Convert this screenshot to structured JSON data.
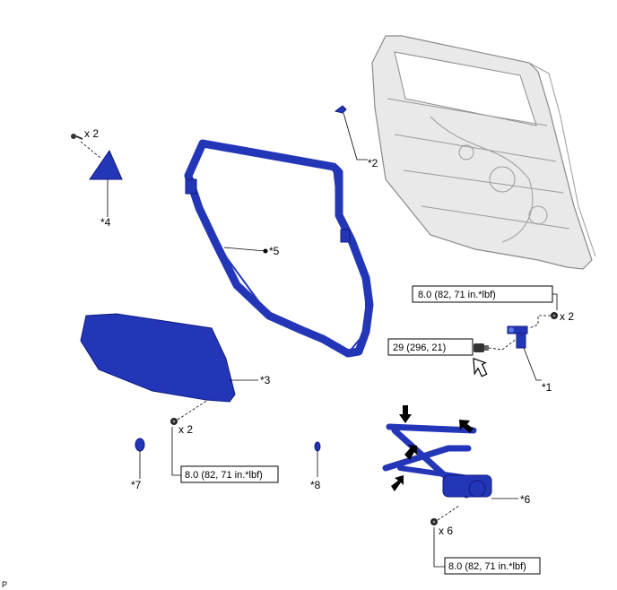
{
  "parts": {
    "p1": "*1",
    "p2": "*2",
    "p3": "*3",
    "p4": "*4",
    "p5": "*5",
    "p6": "*6",
    "p7": "*7",
    "p8": "*8"
  },
  "quantities": {
    "q_screw_top": "x 2",
    "q_bolt_hinge": "x 2",
    "q_bolt_glass": "x 2",
    "q_bolt_regulator": "x 6"
  },
  "torque_specs": {
    "hinge_top": "8.0 (82, 71 in.*lbf)",
    "hinge_main": "29 (296, 21)",
    "glass": "8.0 (82, 71 in.*lbf)",
    "regulator": "8.0 (82, 71 in.*lbf)"
  },
  "corner_mark": "P",
  "colors": {
    "part_blue": "#2436b8",
    "door_gray": "#e9e9e9",
    "outline": "#000000"
  },
  "icons": [
    "screw-icon",
    "bolt-icon",
    "push-arrow-icon",
    "hollow-arrow-icon"
  ]
}
